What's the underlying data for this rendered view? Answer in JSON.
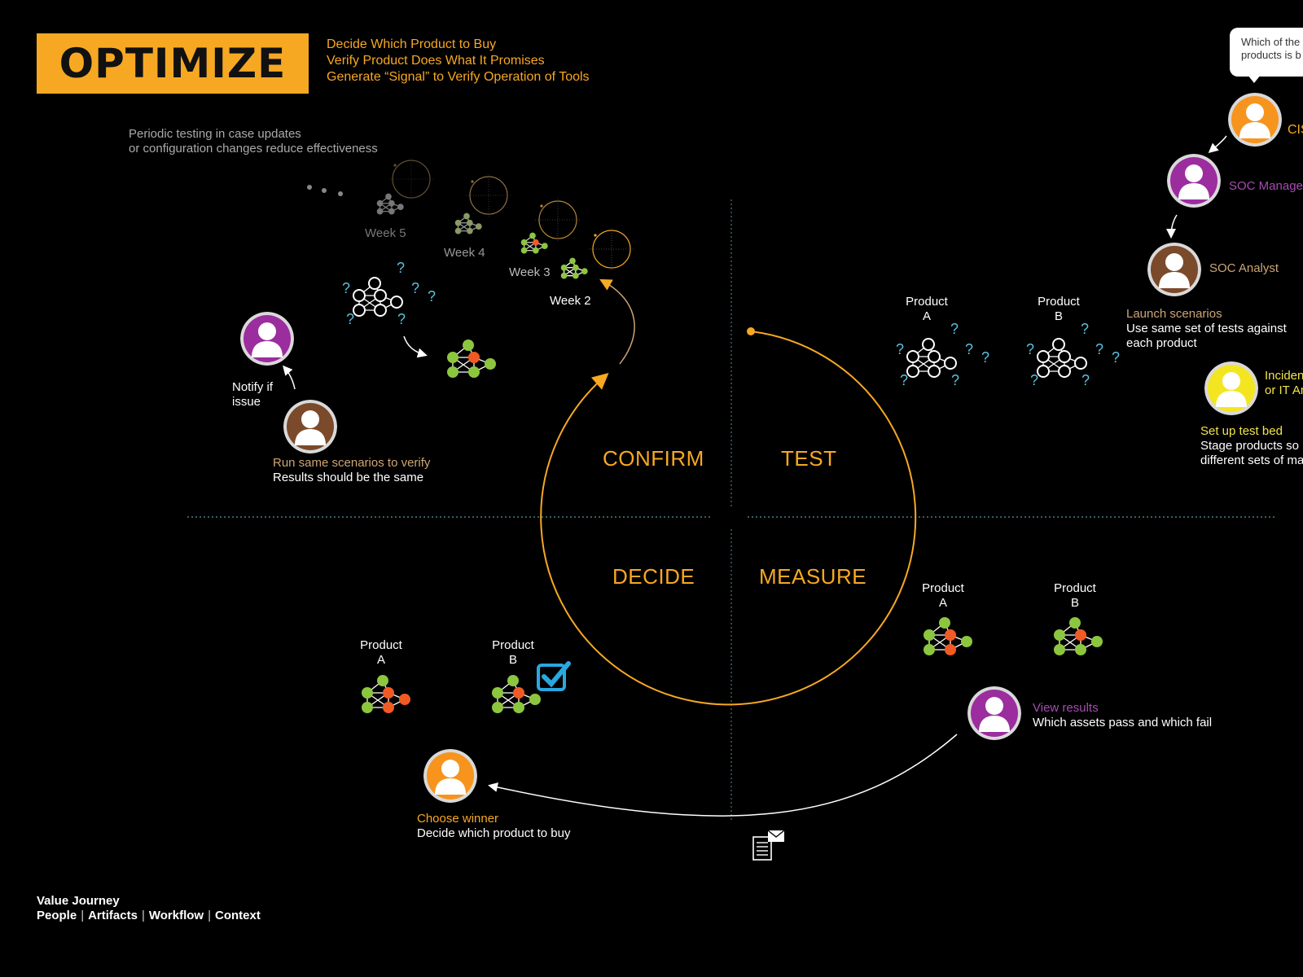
{
  "header": {
    "title": "OPTIMIZE",
    "subtitles": [
      "Decide Which Product to Buy",
      "Verify Product Does What It Promises",
      "Generate “Signal” to Verify Operation of Tools"
    ]
  },
  "periodic_note": [
    "Periodic testing in case updates",
    "or configuration changes reduce effectiveness"
  ],
  "weeks": [
    "Week 5",
    "Week 4",
    "Week 3",
    "Week 2"
  ],
  "quadrants": {
    "confirm": "CONFIRM",
    "test": "TEST",
    "decide": "DECIDE",
    "measure": "MEASURE"
  },
  "products": {
    "label": "Product",
    "a": "A",
    "b": "B"
  },
  "speech_bubble": [
    "Which of the",
    "products is b"
  ],
  "people": {
    "ciso": {
      "label": "CIS",
      "color": "#F7941D"
    },
    "soc_manager": {
      "label": "SOC Manager",
      "color": "#9B2D9F"
    },
    "soc_analyst": {
      "label": "SOC Analyst",
      "color": "#7A4A2A"
    },
    "incident": {
      "label_line1": "Inciden",
      "label_line2": "or IT An",
      "color": "#F3E620"
    }
  },
  "steps": {
    "launch": {
      "title": "Launch scenarios",
      "line1": "Use same set of tests against",
      "line2": "each product"
    },
    "setup": {
      "title": "Set up test bed",
      "line1": "Stage products so",
      "line2": "different sets of ma"
    },
    "view": {
      "title": "View results",
      "line1": "Which assets pass and which fail"
    },
    "choose": {
      "title": "Choose winner",
      "line1": "Decide which product to buy"
    },
    "run": {
      "title": "Run same scenarios to verify",
      "line1": "Results should be the same"
    },
    "notify": {
      "line1": "Notify if",
      "line2": "issue"
    }
  },
  "footer": {
    "title": "Value Journey",
    "links": [
      "People",
      "Artifacts",
      "Workflow",
      "Context"
    ]
  },
  "colors": {
    "accent": "#F7A823",
    "node_green": "#8CC63F",
    "node_red": "#F15A24",
    "question": "#5BC0DE",
    "divider": "#4A7C8C"
  }
}
